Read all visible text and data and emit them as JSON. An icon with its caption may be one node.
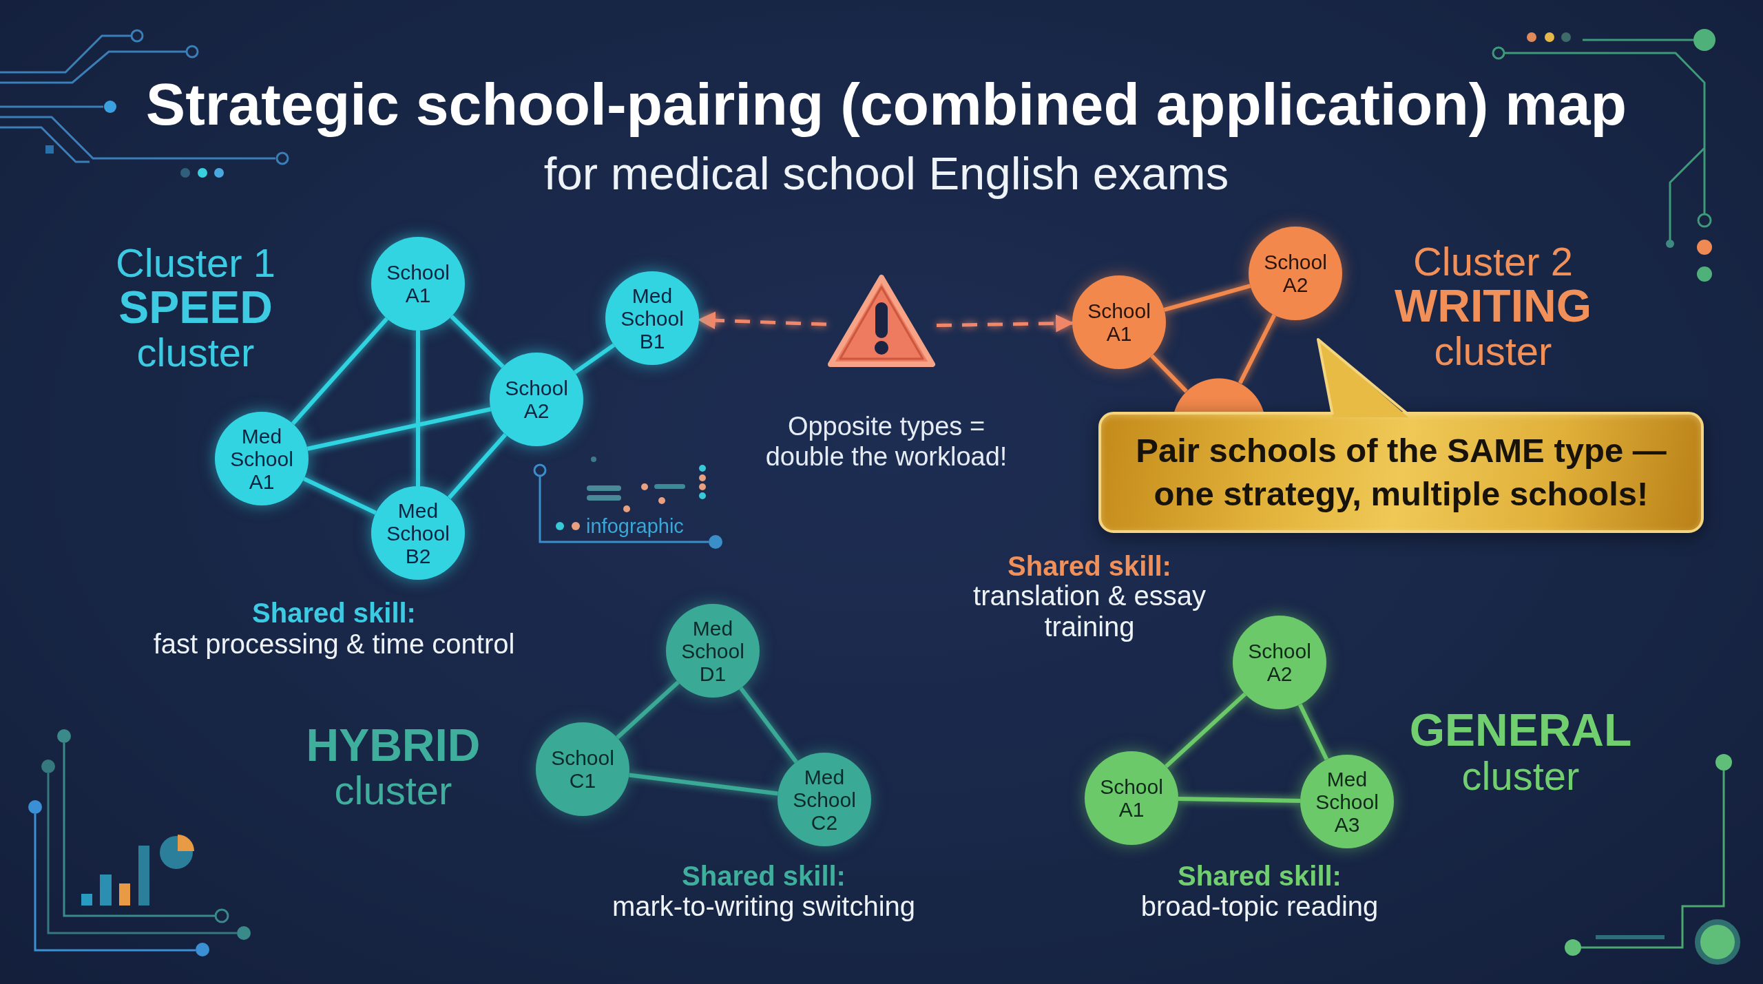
{
  "diagram": {
    "title": "Strategic school-pairing (combined application) map",
    "nodes": [
      {
        "text": [
          "School A1"
        ]
      },
      {
        "text": [
          "Med School B1"
        ]
      },
      {
        "text": [
          "School A2"
        ]
      },
      {
        "text": [
          "Med School A1"
        ]
      },
      {
        "text": [
          "Med School B2"
        ]
      },
      {
        "text": [],
        "shape": "triangle",
        "beside": [
          "Opposite types = double the workload!"
        ]
      },
      {
        "text": [
          "School A1"
        ]
      },
      {
        "text": [
          "School A2"
        ]
      },
      {
        "text": [],
        "shape": "circle"
      },
      {
        "text": [
          "Pair schools of the SAME type — one strategy, multiple schools!"
        ]
      },
      {
        "text": [
          "Med School D1"
        ]
      },
      {
        "text": [
          "School C1"
        ]
      },
      {
        "text": [
          "Med School C2"
        ]
      },
      {
        "text": [
          "School A2"
        ]
      },
      {
        "text": [
          "School A1"
        ]
      },
      {
        "text": [
          "Med School A3"
        ]
      }
    ],
    "edges": [
      {
        "from": 0,
        "to": 3,
        "arrow": "none"
      },
      {
        "from": 0,
        "to": 4,
        "arrow": "none"
      },
      {
        "from": 0,
        "to": 2,
        "arrow": "none"
      },
      {
        "from": 3,
        "to": 2,
        "arrow": "none"
      },
      {
        "from": 3,
        "to": 4,
        "arrow": "none"
      },
      {
        "from": 2,
        "to": 4,
        "arrow": "none"
      },
      {
        "from": 2,
        "to": 1,
        "arrow": "none"
      },
      {
        "from": 5,
        "to": 1,
        "arrow": "to",
        "style": "dashed",
        "color": "#f0876a"
      },
      {
        "from": 5,
        "to": 6,
        "arrow": "to",
        "style": "dashed",
        "color": "#f0876a"
      },
      {
        "from": 6,
        "to": 7,
        "arrow": "none",
        "color": "#f2884c"
      },
      {
        "from": 6,
        "to": 8,
        "arrow": "none",
        "color": "#f2884c"
      },
      {
        "from": 7,
        "to": 8,
        "arrow": "none",
        "color": "#f2884c"
      },
      {
        "from": 10,
        "to": 11,
        "arrow": "none",
        "color": "#3aa996"
      },
      {
        "from": 10,
        "to": 12,
        "arrow": "none",
        "color": "#3aa996"
      },
      {
        "from": 11,
        "to": 12,
        "arrow": "none",
        "color": "#3aa996"
      },
      {
        "from": 13,
        "to": 14,
        "arrow": "none",
        "color": "#6cc96a"
      },
      {
        "from": 13,
        "to": 15,
        "arrow": "none",
        "color": "#6cc96a"
      },
      {
        "from": 14,
        "to": 15,
        "arrow": "none",
        "color": "#6cc96a"
      }
    ],
    "labels": [
      "for medical school English exams",
      "Cluster 1",
      "SPEED",
      "cluster",
      "Shared skill:",
      "fast processing & time control",
      "infographic",
      "Cluster 2",
      "WRITING",
      "cluster",
      "Shared skill:",
      "translation & essay training",
      "HYBRID",
      "cluster",
      "Shared skill:",
      "mark-to-writing switching",
      "GENERAL",
      "cluster",
      "Shared skill:",
      "broad-topic reading"
    ]
  }
}
